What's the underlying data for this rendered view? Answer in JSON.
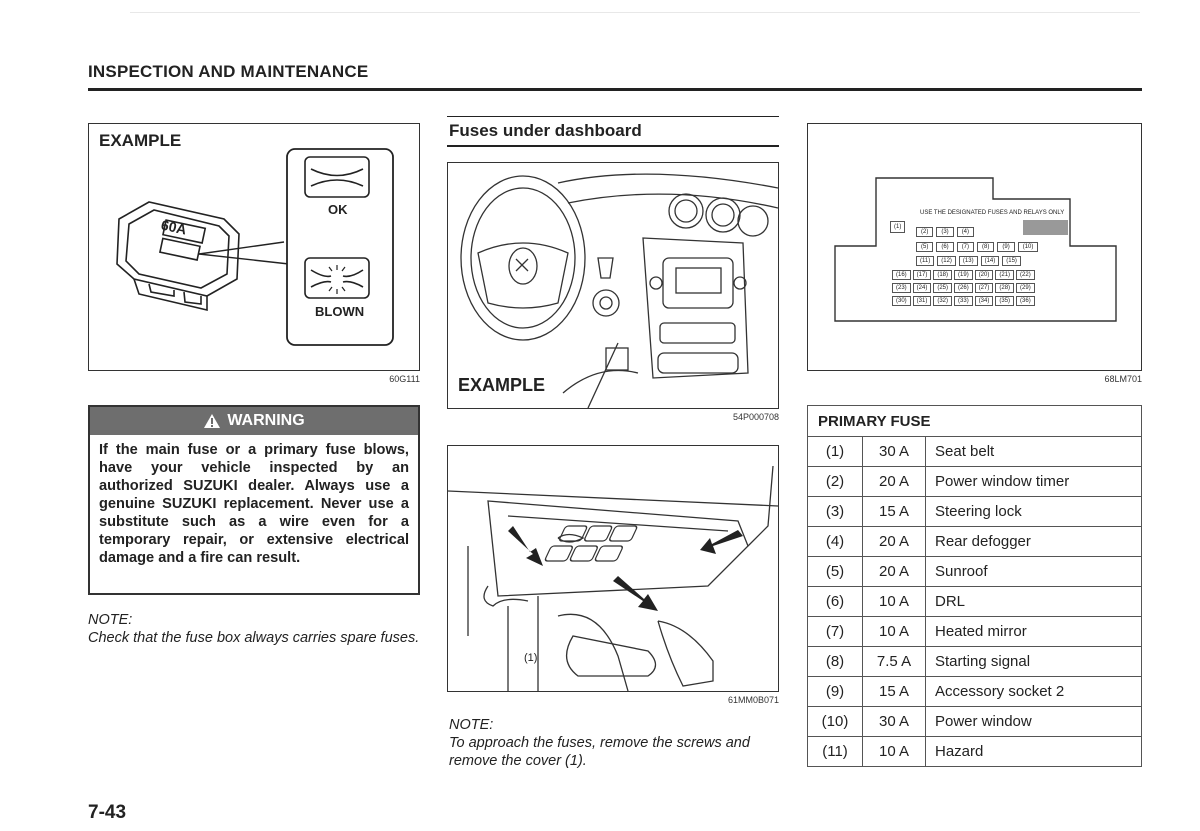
{
  "header": {
    "section_title": "INSPECTION AND MAINTENANCE"
  },
  "fig1": {
    "label": "EXAMPLE",
    "fuse_rating": "60A",
    "ok_label": "OK",
    "blown_label": "BLOWN",
    "code": "60G111"
  },
  "warning": {
    "title": "WARNING",
    "text": "If the main fuse or a primary fuse blows, have your vehicle inspected by an authorized SUZUKI dealer. Always use a genuine SUZUKI replacement. Never use a substitute such as a wire even for a temporary repair, or extensive electrical damage and a fire can result."
  },
  "note1": {
    "label": "NOTE:",
    "text": "Check that the fuse box always carries spare fuses."
  },
  "col2": {
    "heading": "Fuses under dashboard"
  },
  "fig2": {
    "label": "EXAMPLE",
    "code": "54P000708"
  },
  "fig3": {
    "callout": "(1)",
    "code": "61MM0B071"
  },
  "note2": {
    "label": "NOTE:",
    "text": "To approach the fuses, remove the screws and remove the cover (1)."
  },
  "fig4": {
    "code": "68LM701",
    "panel_text": "USE THE DESIGNATED FUSES AND RELAYS ONLY",
    "slot1": "(1)",
    "row_a": [
      "(2)",
      "(3)",
      "(4)"
    ],
    "row_b": [
      "(5)",
      "(6)",
      "(7)",
      "(8)",
      "(9)",
      "(10)"
    ],
    "row_c": [
      "(11)",
      "(12)",
      "(13)",
      "(14)",
      "(15)"
    ],
    "row_d": [
      "(16)",
      "(17)",
      "(18)",
      "(19)",
      "(20)",
      "(21)",
      "(22)"
    ],
    "row_e": [
      "(23)",
      "(24)",
      "(25)",
      "(26)",
      "(27)",
      "(28)",
      "(29)"
    ],
    "row_f": [
      "(30)",
      "(31)",
      "(32)",
      "(33)",
      "(34)",
      "(35)",
      "(36)"
    ]
  },
  "primary_fuse": {
    "title": "PRIMARY FUSE",
    "rows": [
      {
        "num": "(1)",
        "amp": "30 A",
        "name": "Seat belt"
      },
      {
        "num": "(2)",
        "amp": "20 A",
        "name": "Power window timer"
      },
      {
        "num": "(3)",
        "amp": "15 A",
        "name": "Steering lock"
      },
      {
        "num": "(4)",
        "amp": "20 A",
        "name": "Rear defogger"
      },
      {
        "num": "(5)",
        "amp": "20 A",
        "name": "Sunroof"
      },
      {
        "num": "(6)",
        "amp": "10 A",
        "name": "DRL"
      },
      {
        "num": "(7)",
        "amp": "10 A",
        "name": "Heated mirror"
      },
      {
        "num": "(8)",
        "amp": "7.5 A",
        "name": "Starting signal"
      },
      {
        "num": "(9)",
        "amp": "15 A",
        "name": "Accessory socket 2"
      },
      {
        "num": "(10)",
        "amp": "30 A",
        "name": "Power window"
      },
      {
        "num": "(11)",
        "amp": "10 A",
        "name": "Hazard"
      }
    ]
  },
  "footer": {
    "page_number": "7-43"
  }
}
